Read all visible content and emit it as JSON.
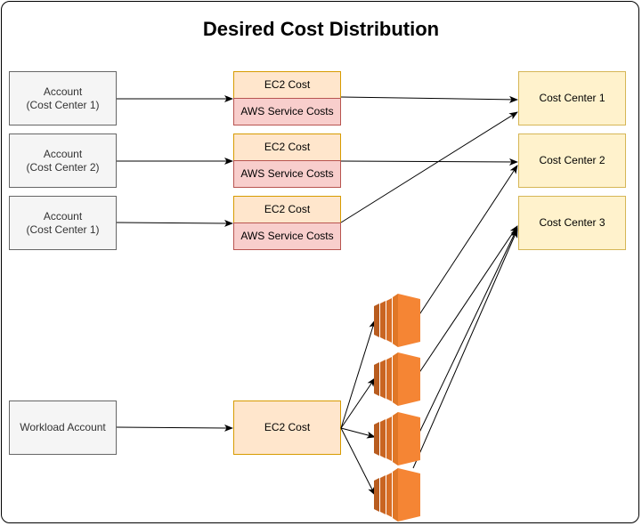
{
  "title": "Desired Cost Distribution",
  "accounts": [
    {
      "label": "Account\n(Cost Center 1)"
    },
    {
      "label": "Account\n(Cost Center 2)"
    },
    {
      "label": "Account\n(Cost Center 1)"
    },
    {
      "label": "Workload Account"
    }
  ],
  "cost_blocks": [
    {
      "ec2": "EC2 Cost",
      "services": "AWS Service Costs"
    },
    {
      "ec2": "EC2 Cost",
      "services": "AWS Service Costs"
    },
    {
      "ec2": "EC2 Cost",
      "services": "AWS Service Costs"
    }
  ],
  "workload_cost": "EC2 Cost",
  "cost_centers": [
    {
      "label": "Cost Center 1"
    },
    {
      "label": "Cost Center 2"
    },
    {
      "label": "Cost Center 3"
    }
  ],
  "icons": [
    "ec2-instance-icon",
    "ec2-instance-icon",
    "ec2-instance-icon",
    "ec2-instance-icon"
  ],
  "colors": {
    "account_fill": "#f5f5f5",
    "ec2_fill": "#ffe6cc",
    "services_fill": "#f8cecc",
    "cost_center_fill": "#fff2cc",
    "ec2_icon": "#f58534"
  }
}
